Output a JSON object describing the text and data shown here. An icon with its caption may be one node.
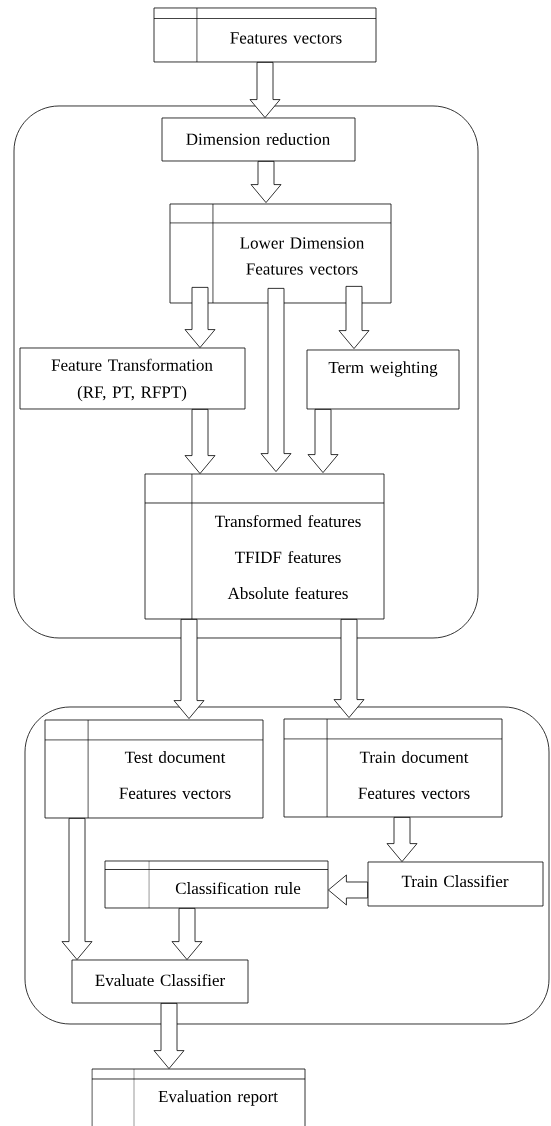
{
  "diagram": {
    "nodes": [
      {
        "text": [
          "Features vectors"
        ]
      },
      {
        "text": [],
        "shape": "box"
      },
      {
        "text": [
          "Dimension reduction"
        ],
        "in": 1
      },
      {
        "text": [
          "Lower Dimension Features vectors"
        ],
        "in": 1
      },
      {
        "text": [
          "Feature Transformation (RF, PT, RFPT)"
        ],
        "in": 1
      },
      {
        "text": [
          "Term weighting"
        ],
        "in": 1
      },
      {
        "text": [
          "Transformed features",
          "TFIDF features",
          "Absolute features"
        ],
        "in": 1
      },
      {
        "text": [],
        "shape": "box"
      },
      {
        "text": [
          "Test document Features vectors"
        ],
        "in": 7
      },
      {
        "text": [
          "Train document Features vectors"
        ],
        "in": 7
      },
      {
        "text": [
          "Classification rule"
        ],
        "in": 7
      },
      {
        "text": [
          "Train Classifier"
        ],
        "in": 7
      },
      {
        "text": [
          "Evaluate Classifier"
        ],
        "in": 7
      },
      {
        "text": [
          "Evaluation report"
        ]
      }
    ],
    "edges": [
      {
        "from": 0,
        "to": 2,
        "arrow": "to"
      },
      {
        "from": 2,
        "to": 3,
        "arrow": "to"
      },
      {
        "from": 3,
        "to": 4,
        "arrow": "to"
      },
      {
        "from": 3,
        "to": 6,
        "arrow": "to"
      },
      {
        "from": 3,
        "to": 5,
        "arrow": "to"
      },
      {
        "from": 4,
        "to": 6,
        "arrow": "to"
      },
      {
        "from": 5,
        "to": 6,
        "arrow": "to"
      },
      {
        "from": 6,
        "to": 8,
        "arrow": "to"
      },
      {
        "from": 6,
        "to": 9,
        "arrow": "to"
      },
      {
        "from": 9,
        "to": 11,
        "arrow": "to"
      },
      {
        "from": 11,
        "to": 10,
        "arrow": "to"
      },
      {
        "from": 10,
        "to": 12,
        "arrow": "to"
      },
      {
        "from": 8,
        "to": 12,
        "arrow": "to"
      },
      {
        "from": 12,
        "to": 13,
        "arrow": "to"
      }
    ]
  }
}
